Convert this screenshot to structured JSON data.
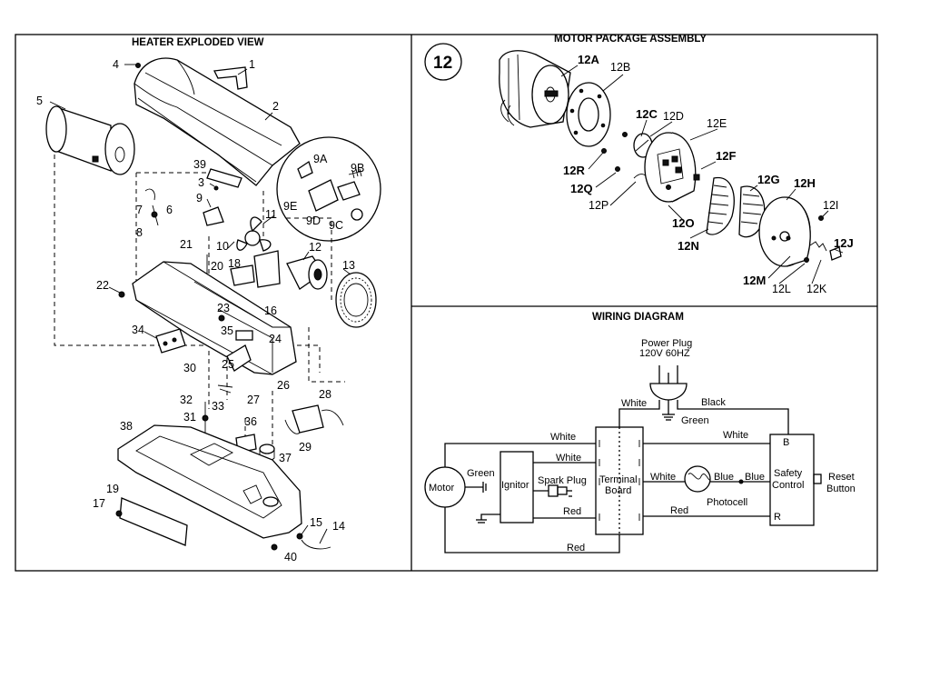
{
  "panels": {
    "exploded_title": "HEATER EXPLODED VIEW",
    "motor_title": "MOTOR PACKAGE ASSEMBLY",
    "motor_badge": "12",
    "wiring_title": "WIRING DIAGRAM"
  },
  "exploded_labels": {
    "p1": "1",
    "p2": "2",
    "p3": "3",
    "p4": "4",
    "p5": "5",
    "p6": "6",
    "p7": "7",
    "p8": "8",
    "p9": "9",
    "p9a": "9A",
    "p9b": "9B",
    "p9c": "9C",
    "p9d": "9D",
    "p9e": "9E",
    "p10": "10",
    "p11": "11",
    "p12": "12",
    "p13": "13",
    "p14": "14",
    "p15": "15",
    "p16": "16",
    "p17": "17",
    "p18": "18",
    "p19": "19",
    "p20": "20",
    "p21": "21",
    "p22": "22",
    "p23": "23",
    "p24": "24",
    "p25": "25",
    "p26": "26",
    "p27": "27",
    "p28": "28",
    "p29": "29",
    "p30": "30",
    "p31": "31",
    "p32": "32",
    "p33": "33",
    "p34": "34",
    "p35": "35",
    "p36": "36",
    "p37": "37",
    "p38": "38",
    "p39": "39",
    "p40": "40"
  },
  "motor_labels": {
    "a": "12A",
    "b": "12B",
    "c": "12C",
    "d": "12D",
    "e": "12E",
    "f": "12F",
    "g": "12G",
    "h": "12H",
    "i": "12I",
    "j": "12J",
    "k": "12K",
    "l": "12L",
    "m": "12M",
    "n": "12N",
    "o": "12O",
    "p": "12P",
    "q": "12Q",
    "r": "12R"
  },
  "wiring": {
    "power_plug": "Power Plug",
    "voltage": "120V 60HZ",
    "white": "White",
    "black": "Black",
    "green": "Green",
    "red": "Red",
    "blue": "Blue",
    "motor": "Motor",
    "ignitor": "Ignitor",
    "spark_plug": "Spark Plug",
    "terminal": "Terminal",
    "board": "Board",
    "photocell": "Photocell",
    "safety": "Safety",
    "control": "Control",
    "reset": "Reset",
    "button": "Button",
    "b_term": "B",
    "r_term": "R"
  }
}
